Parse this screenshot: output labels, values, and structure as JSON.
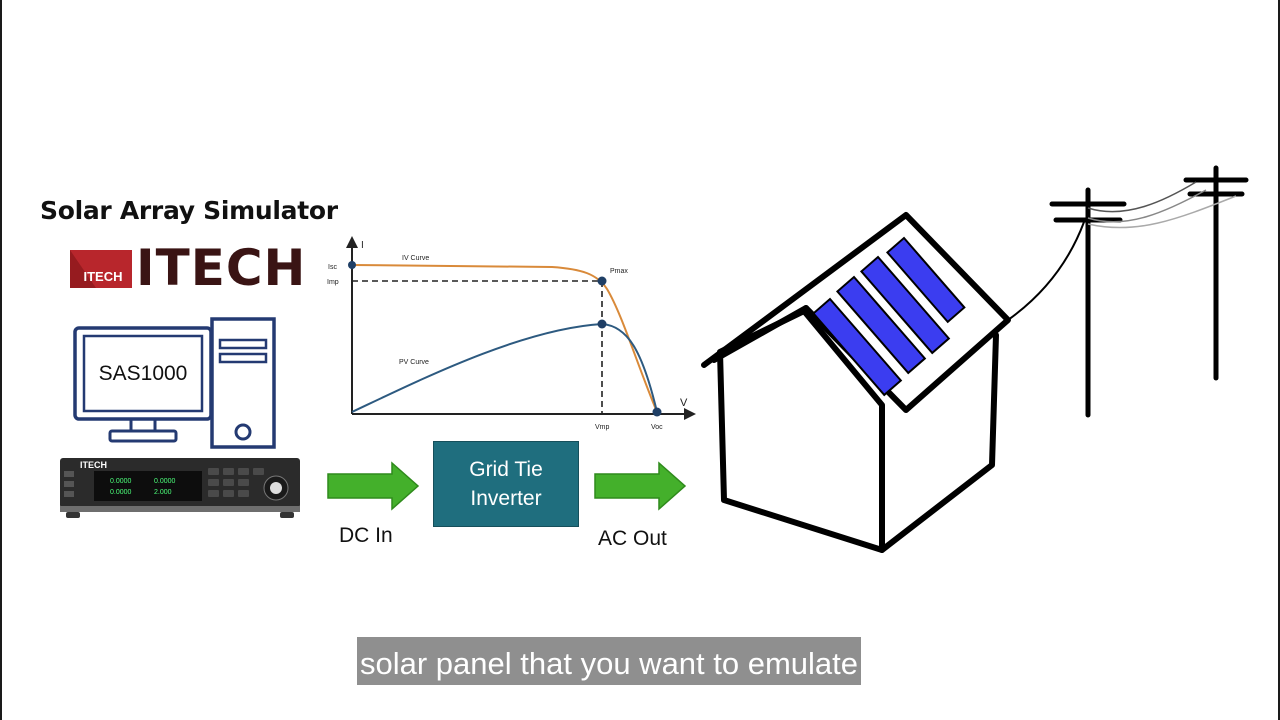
{
  "title": "Solar Array Simulator",
  "brand": {
    "name": "ITECH",
    "badge_text": "ITECH",
    "badge_color": "#b8262c"
  },
  "computer": {
    "monitor_label": "SAS1000"
  },
  "instrument": {
    "brand": "ITECH",
    "readout_1": "0.0000",
    "readout_2": "0.0000",
    "readout_3": "0.0000",
    "readout_4": "2.000"
  },
  "chart_data": {
    "type": "line",
    "xlabel": "V",
    "ylabel": "I",
    "x_ticks": [
      "Vmp",
      "Voc"
    ],
    "y_ticks": [
      "Isc",
      "Imp"
    ],
    "annotations": [
      "Pmax"
    ],
    "series": [
      {
        "name": "IV Curve",
        "color": "#d98a3a"
      },
      {
        "name": "PV Curve",
        "color": "#2d5a80"
      }
    ]
  },
  "flow": {
    "arrow_color": "#44b02b",
    "dc_label": "DC In",
    "inverter_label_line1": "Grid Tie",
    "inverter_label_line2": "Inverter",
    "inverter_color": "#1f6e7e",
    "ac_label": "AC Out"
  },
  "house": {
    "panel_color": "#3b3df0"
  },
  "caption": "solar panel that you want to emulate"
}
